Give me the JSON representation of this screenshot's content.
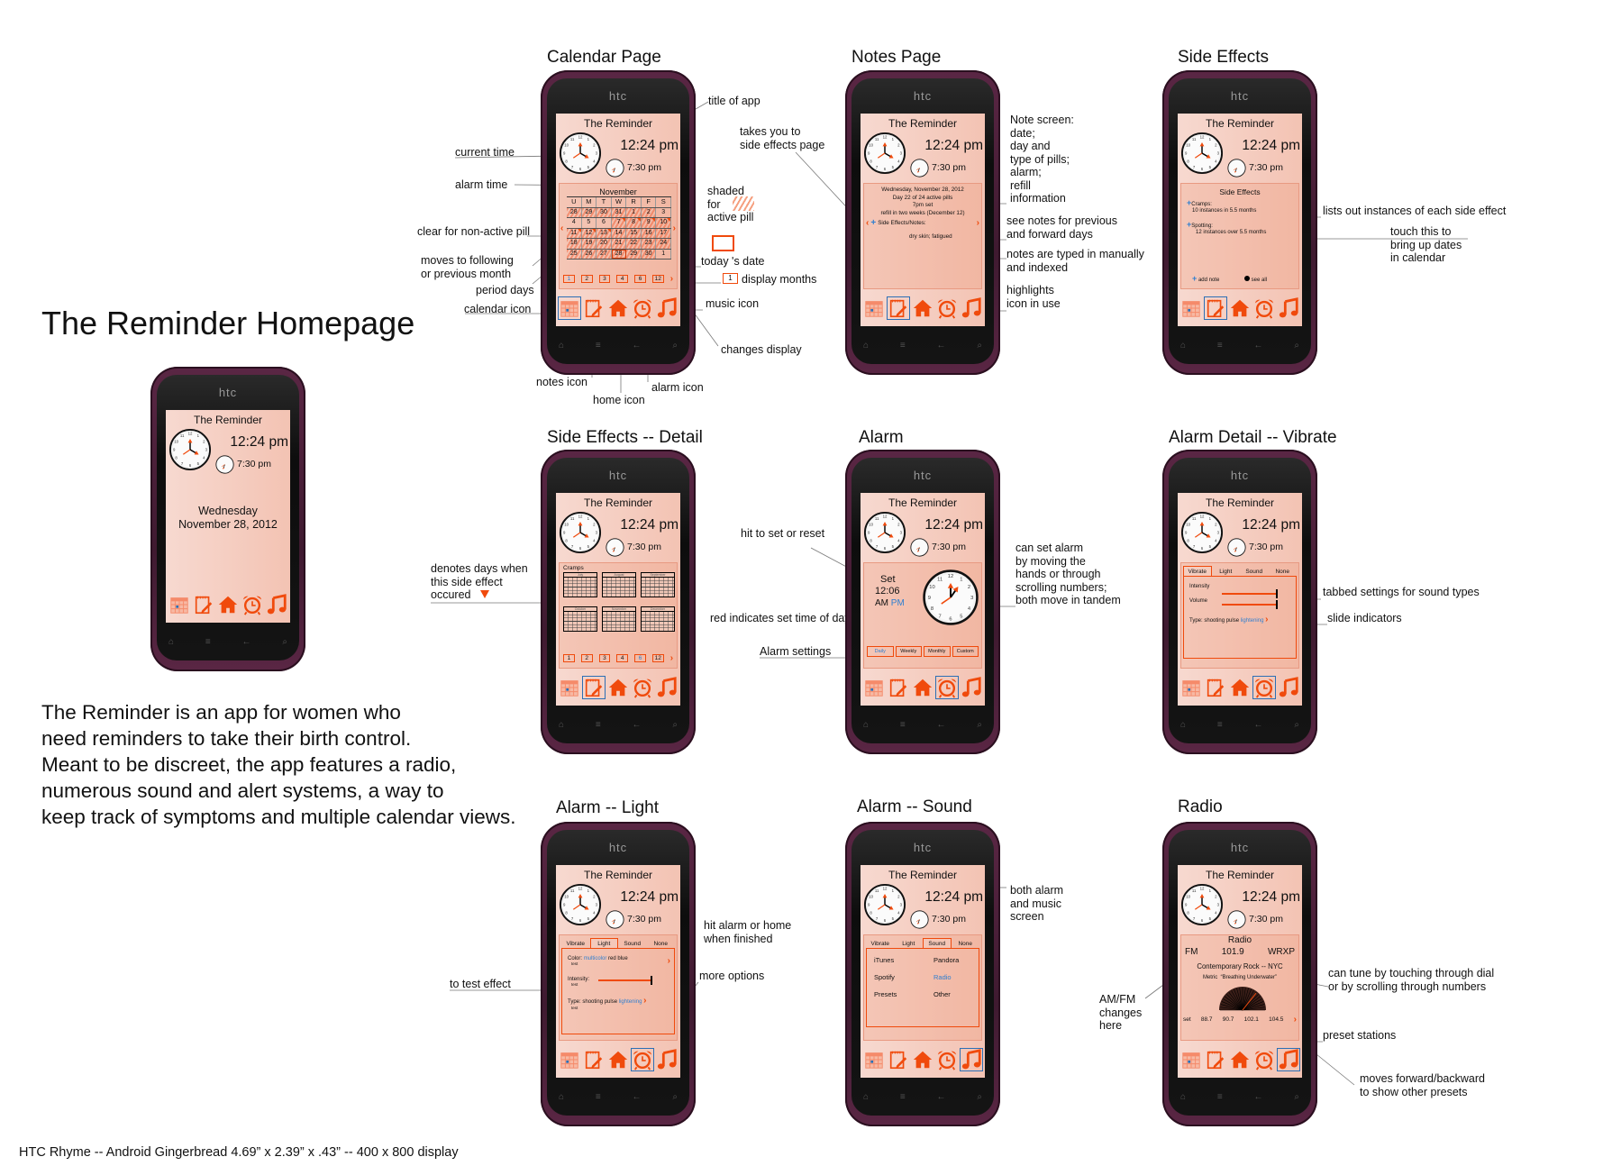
{
  "page": {
    "main_title": "The Reminder Homepage",
    "description": "The Reminder is an app for women who\nneed reminders to take their birth control.\nMeant to be discreet, the app features a radio,\nnumerous sound and alert systems, a way to\nkeep track of symptoms and multiple calendar views.",
    "footer": "HTC Rhyme -- Android Gingerbread 4.69” x 2.39” x .43” -- 400 x 800 display"
  },
  "sections": {
    "calendar": "Calendar Page",
    "notes": "Notes Page",
    "side_effects": "Side Effects",
    "side_effects_detail": "Side Effects -- Detail",
    "alarm": "Alarm",
    "alarm_vibrate": "Alarm Detail -- Vibrate",
    "alarm_light": "Alarm -- Light",
    "alarm_sound": "Alarm -- Sound",
    "radio": "Radio"
  },
  "common": {
    "brand": "htc",
    "app_title": "The Reminder",
    "current_time": "12:24 pm",
    "alarm_time": "7:30 pm",
    "icons": [
      "calendar-icon",
      "notes-icon",
      "home-icon",
      "alarm-icon",
      "music-icon"
    ],
    "accent": "#f04a0c",
    "highlight": "#2c6fb5",
    "link_blue": "#2f7fd0"
  },
  "homepage": {
    "day": "Wednesday",
    "date": "November 28, 2012"
  },
  "calendar": {
    "month": "November",
    "weekdays": [
      "U",
      "M",
      "T",
      "W",
      "R",
      "F",
      "S"
    ],
    "weeks": [
      [
        {
          "d": "28",
          "a": 1
        },
        {
          "d": "29",
          "a": 1
        },
        {
          "d": "30",
          "a": 1
        },
        {
          "d": "31",
          "a": 1
        },
        {
          "d": "1",
          "a": 1
        },
        {
          "d": "2",
          "a": 1
        },
        {
          "d": "3",
          "a": 0
        }
      ],
      [
        {
          "d": "4",
          "a": 0
        },
        {
          "d": "5",
          "a": 0
        },
        {
          "d": "6",
          "a": 0
        },
        {
          "d": "7",
          "a": 1,
          "p": 1
        },
        {
          "d": "8",
          "a": 1,
          "p": 1
        },
        {
          "d": "9",
          "a": 1,
          "p": 1
        },
        {
          "d": "10",
          "a": 1,
          "p": 1
        }
      ],
      [
        {
          "d": "11",
          "a": 1,
          "p": 1
        },
        {
          "d": "12",
          "a": 1,
          "p": 1
        },
        {
          "d": "13",
          "a": 1,
          "p": 1
        },
        {
          "d": "14",
          "a": 1
        },
        {
          "d": "15",
          "a": 1
        },
        {
          "d": "16",
          "a": 1
        },
        {
          "d": "17",
          "a": 1
        }
      ],
      [
        {
          "d": "18",
          "a": 1
        },
        {
          "d": "19",
          "a": 1
        },
        {
          "d": "20",
          "a": 1
        },
        {
          "d": "21",
          "a": 1
        },
        {
          "d": "22",
          "a": 1
        },
        {
          "d": "23",
          "a": 1
        },
        {
          "d": "24",
          "a": 1
        }
      ],
      [
        {
          "d": "25",
          "a": 1
        },
        {
          "d": "26",
          "a": 1
        },
        {
          "d": "27",
          "a": 1
        },
        {
          "d": "28",
          "a": 1,
          "t": 1
        },
        {
          "d": "29",
          "a": 1
        },
        {
          "d": "30",
          "a": 1
        },
        {
          "d": "1",
          "a": 0
        }
      ]
    ],
    "month_options": [
      "1",
      "2",
      "3",
      "4",
      "6",
      "12"
    ],
    "selected_months": "1",
    "prev": "‹",
    "next": "›"
  },
  "notes": {
    "date": "Wednesday, November 28, 2012",
    "pills": "Day 22 of 24 active pills",
    "alarm": "7pm set",
    "refill": "refill in two weeks (December 12)",
    "section": "Side Effects/Notes:",
    "note": "dry skin; fatigued"
  },
  "side_effects": {
    "title": "Side Effects",
    "items": [
      {
        "name": "Cramps:",
        "detail": "10 instances in 5.5 months"
      },
      {
        "name": "Spotting:",
        "detail": "12 instances over 5.5 months"
      }
    ],
    "add_note": "add note",
    "see_all": "see all"
  },
  "side_effects_detail": {
    "effect": "Cramps",
    "months": [
      "July",
      "August",
      "September",
      "October",
      "November",
      "December"
    ],
    "selected_months": "6"
  },
  "alarm": {
    "set": "Set",
    "time": "12:06",
    "am": "AM",
    "pm": "PM",
    "modes": [
      "Daily",
      "Weekly",
      "Monthly",
      "Custom"
    ],
    "selected_mode": "Daily"
  },
  "tabs": [
    "Vibrate",
    "Light",
    "Sound",
    "None"
  ],
  "vibrate": {
    "intensity": "Intensity",
    "volume": "Volume",
    "type_label": "Type:",
    "types": [
      "shooting",
      "pulse",
      "lightening"
    ],
    "selected_type": "lightening",
    "intensity_level": 0.95,
    "volume_level": 0.95
  },
  "light": {
    "color_label": "Color:",
    "colors": [
      "multicolor",
      "red",
      "blue"
    ],
    "selected_color": "multicolor",
    "test": "test",
    "intensity": "Intensity:",
    "type_label": "Type:",
    "types": [
      "shooting",
      "pulse",
      "lightening"
    ],
    "selected_type": "lightening",
    "intensity_level": 0.95
  },
  "sound": {
    "sources": [
      "iTunes",
      "Pandora",
      "Spotify",
      "Radio",
      "Presets",
      "Other"
    ],
    "selected": "Radio"
  },
  "radio": {
    "title": "Radio",
    "band": "FM",
    "frequency": "101.9",
    "station": "WRXP",
    "genre": "Contemporary Rock -- NYC",
    "artist": "Metric",
    "song": "“Breathing Underwater”",
    "set": "set",
    "presets": [
      "88.7",
      "90.7",
      "102.1",
      "104.5"
    ]
  },
  "annotations": {
    "title_of_app": "title of app",
    "takes_you": "takes you to\nside effects page",
    "current_time": "current time",
    "alarm_time": "alarm time",
    "shaded": "shaded\nfor\nactive pill",
    "clear": "clear for non-active pill",
    "today": "today 's date",
    "moves": "moves to following\nor previous month",
    "display_months": "display months",
    "period": "period days",
    "calendar_icon": "calendar icon",
    "music_icon": "music icon",
    "changes_display": "changes display",
    "notes_icon": "notes icon",
    "home_icon": "home icon",
    "alarm_icon": "alarm icon",
    "note_screen": "Note screen:\ndate;\nday and\ntype of pills;\nalarm;\nrefill\ninformation",
    "see_notes": "see notes for previous\nand forward days",
    "typed": "notes are typed in manually\nand indexed",
    "highlights": "highlights\nicon in use",
    "lists_out": "lists out instances of each side effect",
    "touch": "touch this to\nbring up dates\nin calendar",
    "denotes": "denotes days when\nthis side effect\noccured",
    "hit_set": "hit to set or reset",
    "red_indicates": "red indicates set time of day",
    "alarm_settings": "Alarm settings",
    "can_set": "can set alarm\nby moving the\nhands or through\nscrolling numbers;\nboth move in tandem",
    "tabbed": "tabbed settings for sound types",
    "slide": "slide indicators",
    "hit_alarm": "hit alarm or home\nwhen finished",
    "more_options": "more options",
    "to_test": "to test effect",
    "both": "both alarm\nand music\nscreen",
    "amfm": "AM/FM\nchanges\nhere",
    "can_tune": "can tune by touching through dial\nor by scrolling through numbers",
    "preset": "preset stations",
    "moves_presets": "moves forward/backward\nto show other presets"
  }
}
